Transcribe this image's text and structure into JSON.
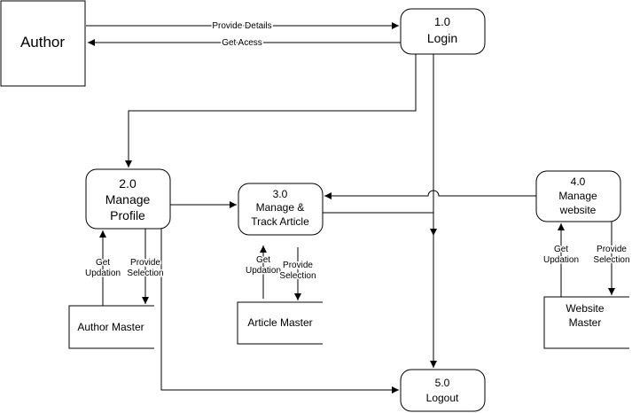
{
  "external_entities": [
    {
      "id": "author",
      "label": "Author"
    }
  ],
  "processes": [
    {
      "id": "login",
      "lines": [
        "1.0",
        "Login"
      ]
    },
    {
      "id": "manage-profile",
      "lines": [
        "2.0",
        "Manage",
        "Profile"
      ]
    },
    {
      "id": "manage-track-article",
      "lines": [
        "3.0",
        "Manage &",
        "Track Article"
      ]
    },
    {
      "id": "manage-website",
      "lines": [
        "4.0",
        "Manage",
        "website"
      ]
    },
    {
      "id": "logout",
      "lines": [
        "5.0",
        "Logout"
      ]
    }
  ],
  "data_stores": [
    {
      "id": "author-master",
      "lines": [
        "Author Master"
      ]
    },
    {
      "id": "article-master",
      "lines": [
        "Article Master"
      ]
    },
    {
      "id": "website-master",
      "lines": [
        "Website",
        "Master"
      ]
    }
  ],
  "flows": {
    "provide_details": "Provide Details",
    "get_access": "Get Acess",
    "author_get_updation": [
      "Get",
      "Updation"
    ],
    "author_provide_selection": [
      "Provide",
      "Selection"
    ],
    "article_get_updation": [
      "Get",
      "Updation"
    ],
    "article_provide_selection": [
      "Provide",
      "Selection"
    ],
    "website_get_updation": [
      "Get",
      "Updation"
    ],
    "website_provide_selection": [
      "Provide",
      "Selection"
    ]
  }
}
